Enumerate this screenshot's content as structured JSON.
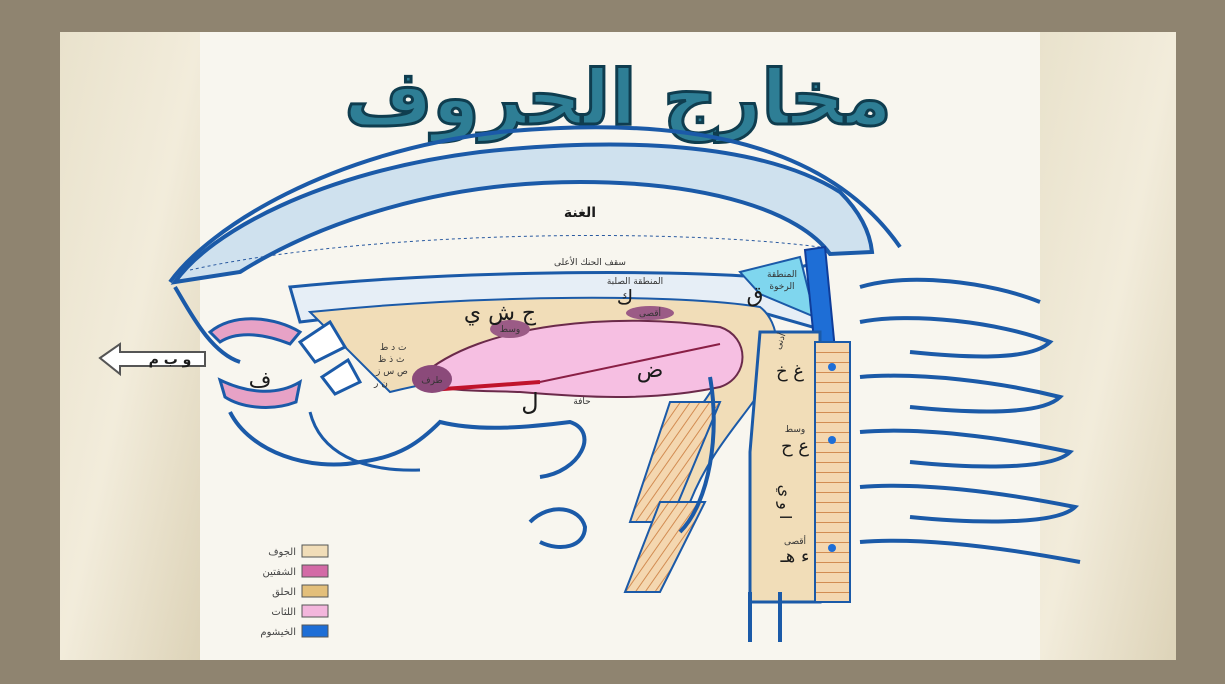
{
  "title": "مخارج الحروف",
  "labels": {
    "ghunna": "الغنة",
    "roof": "سقف الحنك الأعلى",
    "hard_palate": "المنطقة الصلبة",
    "soft_palate_1": "المنطقة",
    "soft_palate_2": "الرخوة",
    "lips_arrow": "و ب م",
    "faa": "ف",
    "jeem_sheen_yaa": "ج ش ي",
    "qaf": "ق",
    "kaf": "ك",
    "dad": "ض",
    "lam": "ل",
    "haffa": "حافة",
    "tarf": "طرف",
    "wasat_tongue": "وسط",
    "aqsa_tongue": "أقصى",
    "adna_lbl": "أدنى",
    "adna_letters": "غ خ",
    "wasat_lbl": "وسط",
    "wasat_letters": "ع ح",
    "aqsa_lbl": "أقصى",
    "aqsa_letters": "ء هـ",
    "jawf_letters": "ا و ي",
    "tongue_tip_1": "ت د ط",
    "tongue_tip_2": "ث ذ ظ",
    "tongue_tip_3": "ص س ز",
    "tongue_tip_4": "ن ر"
  },
  "legend": [
    {
      "label": "الجوف",
      "color": "#f1ddb8"
    },
    {
      "label": "الشفتين",
      "color": "#d36aa6"
    },
    {
      "label": "الحلق",
      "color": "#e3bf7a"
    },
    {
      "label": "اللثات",
      "color": "#f3b6dc"
    },
    {
      "label": "الخيشوم",
      "color": "#1e6ed6"
    }
  ]
}
